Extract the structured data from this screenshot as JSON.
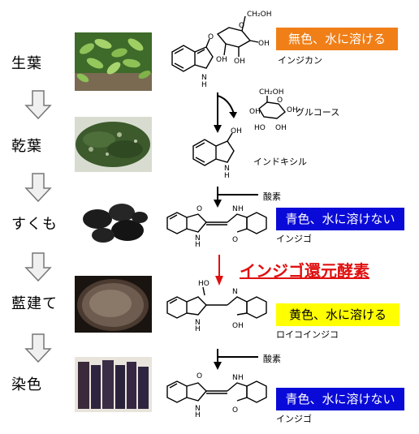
{
  "stages": [
    {
      "label": "生葉"
    },
    {
      "label": "乾葉"
    },
    {
      "label": "すくも"
    },
    {
      "label": "藍建て"
    },
    {
      "label": "染色"
    }
  ],
  "boxes": {
    "box1": {
      "text": "無色、水に溶ける",
      "bg": "#f07f18",
      "color": "#ffffff"
    },
    "box2": {
      "text": "青色、水に溶けない",
      "bg": "#0a0ad8",
      "color": "#ffffff"
    },
    "box3": {
      "text": "黄色、水に溶ける",
      "bg": "#ffff00",
      "color": "#000000"
    },
    "box4": {
      "text": "青色、水に溶けない",
      "bg": "#0a0ad8",
      "color": "#ffffff"
    }
  },
  "compounds": {
    "indican": "インジカン",
    "glucose": "グルコース",
    "indoxyl": "インドキシル",
    "indigo1": "インジゴ",
    "leuco": "ロイコインジコ",
    "indigo2": "インジゴ"
  },
  "reagents": {
    "oxygen1": "酸素",
    "oxygen2": "酸素"
  },
  "enzyme": "インジゴ還元酵素",
  "colors": {
    "arrow_fill": "#f0f0f0",
    "enzyme_red": "#e01010"
  }
}
